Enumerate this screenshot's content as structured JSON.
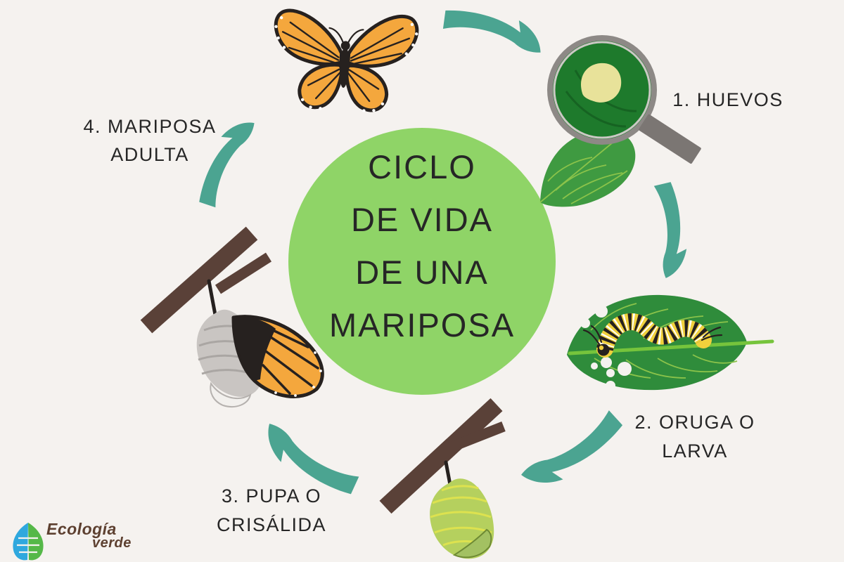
{
  "title_circle": {
    "line1": "CICLO",
    "line2": "DE VIDA",
    "line3": "DE UNA",
    "line4": "MARIPOSA"
  },
  "stages": {
    "stage1": {
      "line1": "1. HUEVOS"
    },
    "stage2": {
      "line1": "2. ORUGA O",
      "line2": "LARVA"
    },
    "stage3": {
      "line1": "3. PUPA O",
      "line2": "CRISÁLIDA"
    },
    "stage4": {
      "line1": "4. MARIPOSA",
      "line2": "ADULTA"
    }
  },
  "logo": {
    "word1": "Ecología",
    "word2": "verde"
  },
  "graphics": {
    "center": "green-title-circle",
    "stage1_icon": "magnifier-egg-on-leaf",
    "stage2_icon": "caterpillar-on-leaf",
    "stage3_icon": "chrysalis-on-branch",
    "stage4a_icon": "emerging-butterfly-on-branch",
    "stage4b_icon": "adult-monarch-butterfly",
    "arrows": [
      "arrow-adult-to-eggs",
      "arrow-eggs-to-larva",
      "arrow-larva-to-pupa",
      "arrow-pupa-to-emerging",
      "arrow-emerging-to-adult"
    ],
    "logo_icon": "two-tone-leaf"
  },
  "colors": {
    "background": "#f5f2ef",
    "circle_green": "#8fd467",
    "arrow_teal": "#4ba491",
    "text_dark": "#262626",
    "leaf_green": "#2f8c3b",
    "leaf_green_light": "#3f9a41",
    "leaf_vein": "#8bc34a",
    "midrib_green": "#76c43c",
    "lens_green": "#1e7a2c",
    "egg_yellow": "#e8e29a",
    "branch_brown": "#5a4138",
    "chrysalis_green": "#b5d05e",
    "chrysalis_stripe": "#dde24f",
    "chrysalis_cap": "#a3c162",
    "shell_gray": "#c9c5c2",
    "shell_stripe": "#aaa6a3",
    "shell_white": "#f2f0ed",
    "monarch_orange": "#f4a73d",
    "monarch_black": "#26211f",
    "cat_yellow": "#f0d03c",
    "rim_gray": "#8d8986",
    "rim_light": "#ccc8c5",
    "handle_gray": "#7b7673",
    "logo_brown": "#5d4030",
    "logo_blue": "#2fa8de",
    "logo_green": "#55b848"
  }
}
